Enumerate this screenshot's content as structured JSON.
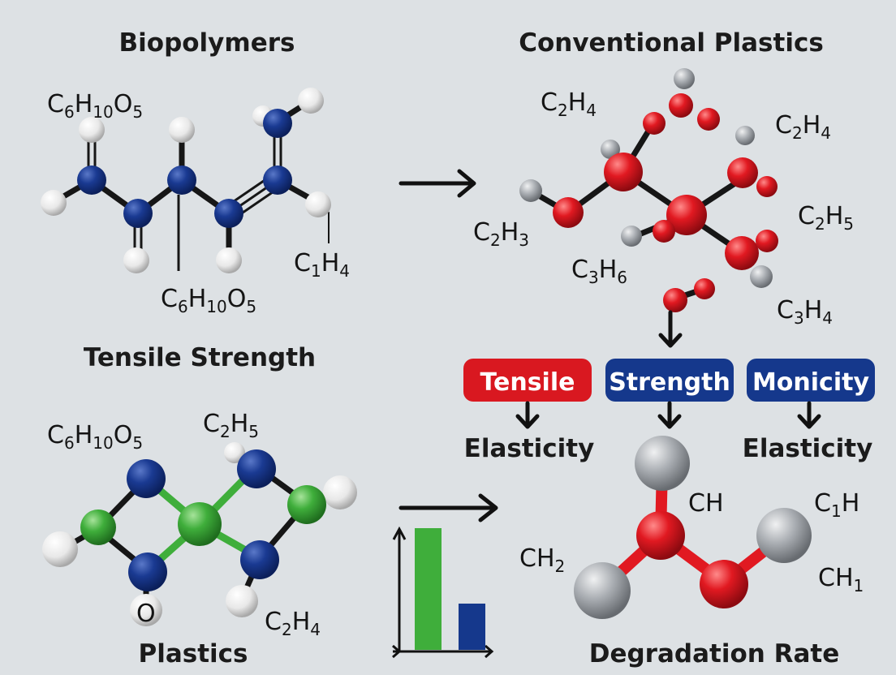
{
  "headings": {
    "top_left": "Biopolymers",
    "top_right": "Conventional Plastics",
    "mid_left": "Tensile Strength",
    "bottom_left": "Plastics",
    "bottom_right": "Degradation Rate"
  },
  "formulas": {
    "bio_top": {
      "parts": [
        "C",
        "6",
        "H",
        "10",
        "O",
        "5"
      ]
    },
    "bio_bottom": {
      "parts": [
        "C",
        "6",
        "H",
        "10",
        "O",
        "5"
      ]
    },
    "bio_right": {
      "parts": [
        "C",
        "1",
        "H",
        "4"
      ]
    },
    "conv_c2h4_a": {
      "parts": [
        "C",
        "2",
        "H",
        "4"
      ]
    },
    "conv_c2h4_b": {
      "parts": [
        "C",
        "2",
        "H",
        "4"
      ]
    },
    "conv_c2h5": {
      "parts": [
        "C",
        "2",
        "H",
        "5"
      ]
    },
    "conv_c2h3": {
      "parts": [
        "C",
        "2",
        "H",
        "3"
      ]
    },
    "conv_c3h6": {
      "parts": [
        "C",
        "3",
        "H",
        "6"
      ]
    },
    "conv_c3h4": {
      "parts": [
        "C",
        "3",
        "H",
        "4"
      ]
    },
    "plast_c6": {
      "parts": [
        "C",
        "6",
        "H",
        "10",
        "O",
        "5"
      ]
    },
    "plast_c2h5": {
      "parts": [
        "C",
        "2",
        "H",
        "5"
      ]
    },
    "plast_c2h4": {
      "parts": [
        "C",
        "2",
        "H",
        "4"
      ]
    },
    "plast_o": {
      "parts": [
        "O"
      ]
    },
    "deg_ch": {
      "parts": [
        "CH"
      ]
    },
    "deg_c1h": {
      "parts": [
        "C",
        "1",
        "H"
      ]
    },
    "deg_ch2": {
      "parts": [
        "CH",
        "2"
      ]
    },
    "deg_ch1": {
      "parts": [
        "CH",
        "1"
      ]
    }
  },
  "pills": {
    "tensile": "Tensile",
    "strength": "Strength",
    "monicity": "Monicity"
  },
  "labels": {
    "elasticity_left": "Elasticity",
    "elasticity_right": "Elasticity"
  },
  "colors": {
    "background": "#dde1e4",
    "blue_atom": "#16358c",
    "red_atom": "#e11921",
    "green_atom": "#3fae3b",
    "gray_atom": "#a9adb2",
    "white_atom": "#f2f2f2",
    "pill_red": "#d91820",
    "pill_blue": "#15388c"
  },
  "chart_data": {
    "type": "bar",
    "categories": [
      "",
      ""
    ],
    "values": [
      1.0,
      0.38
    ],
    "bar_colors": [
      "#3fae3b",
      "#15388c"
    ]
  }
}
